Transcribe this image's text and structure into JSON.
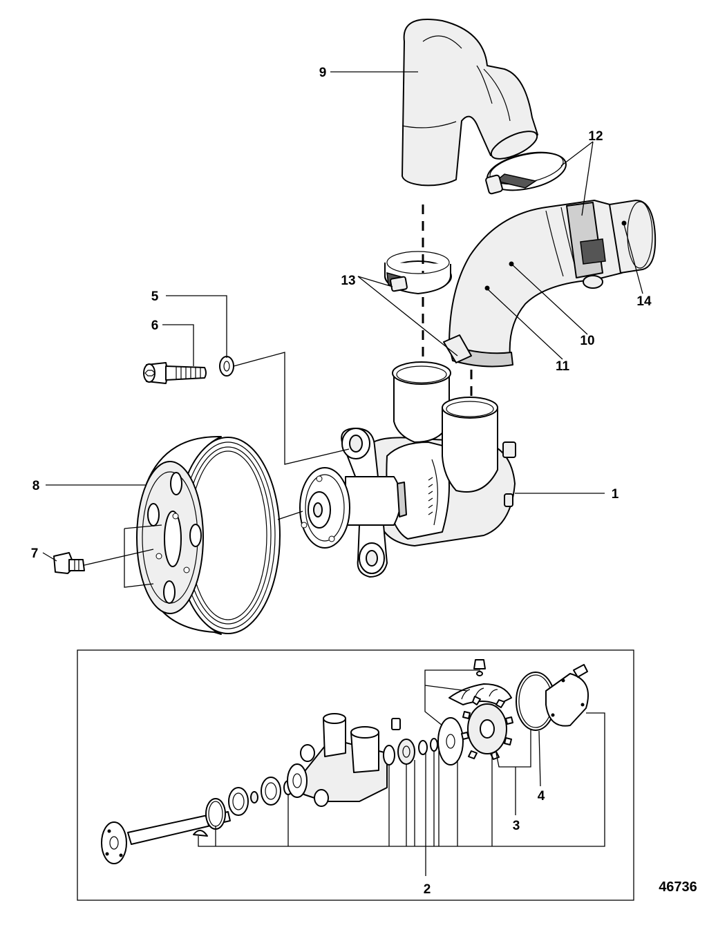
{
  "figure_number": "46736",
  "callouts": {
    "c1": "1",
    "c2": "2",
    "c3": "3",
    "c4": "4",
    "c5": "5",
    "c6": "6",
    "c7": "7",
    "c8": "8",
    "c9": "9",
    "c10": "10",
    "c11": "11",
    "c12": "12",
    "c13": "13",
    "c14": "14"
  }
}
